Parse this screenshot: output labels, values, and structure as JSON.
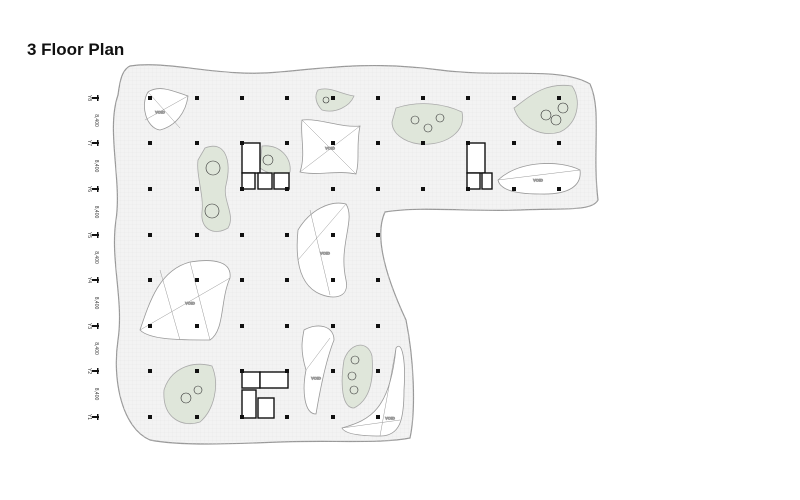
{
  "title": "3 Floor Plan",
  "axes": {
    "labels": [
      "Y8",
      "Y7",
      "Y6",
      "Y5",
      "Y4",
      "Y3",
      "Y2",
      "Y1"
    ],
    "spacing_label": "8,400"
  },
  "void_label": "VOID",
  "colors": {
    "floor": "#f2f2f2",
    "outline": "#9a9a9a",
    "garden": "#dfe6da",
    "void": "#ffffff",
    "column": "#111111"
  }
}
